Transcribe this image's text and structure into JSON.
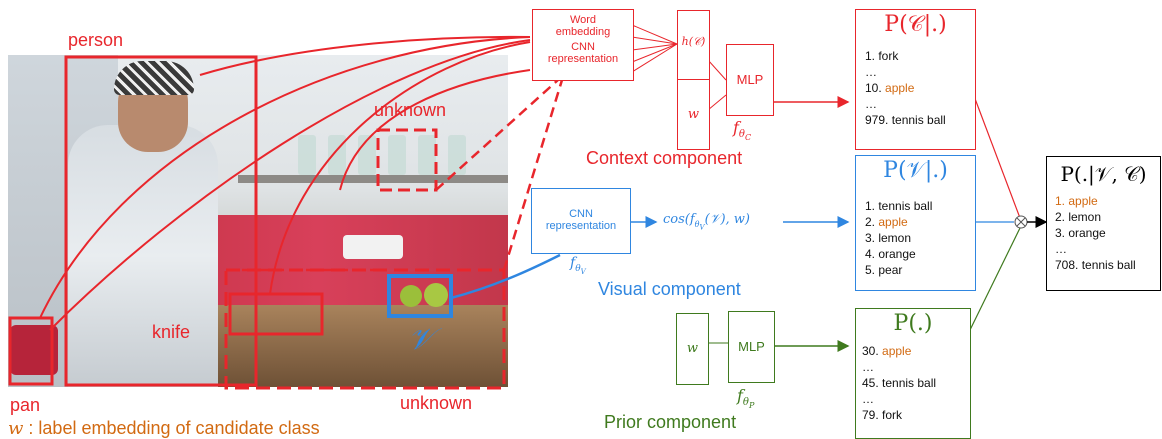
{
  "image_labels": {
    "person": "person",
    "unknown_top": "unknown",
    "knife": "knife",
    "pan": "pan",
    "unknown_bottom": "unknown",
    "visual_symbol": "𝒱"
  },
  "caption": {
    "symbol": "w",
    "text": " : label embedding of candidate class"
  },
  "context": {
    "word_embedding": "Word embedding",
    "cnn_representation": "CNN representation",
    "h_label": "h(𝒞)",
    "w_label": "w",
    "mlp": "MLP",
    "f_label": "fθC",
    "title": "Context component",
    "output_title": "P(𝒞|.)",
    "items": [
      {
        "text": "1. fork",
        "highlight": false
      },
      {
        "text": "…",
        "highlight": false
      },
      {
        "text": "10. apple",
        "highlight": true
      },
      {
        "text": "…",
        "highlight": false
      },
      {
        "text": "979. tennis ball",
        "highlight": false
      }
    ]
  },
  "visual": {
    "cnn_representation": "CNN representation",
    "cos_label": "cos(fθV(𝒱), w)",
    "f_label": "fθV",
    "title": "Visual component",
    "output_title": "P(𝒱|.)",
    "items": [
      {
        "text": "1. tennis ball",
        "highlight": false
      },
      {
        "text": "2. apple",
        "highlight": true
      },
      {
        "text": "3. lemon",
        "highlight": false
      },
      {
        "text": "4. orange",
        "highlight": false
      },
      {
        "text": "5. pear",
        "highlight": false
      }
    ]
  },
  "prior": {
    "w_label": "w",
    "mlp": "MLP",
    "f_label": "fθP",
    "title": "Prior component",
    "output_title": "P(.)",
    "items": [
      {
        "text": "30. apple",
        "highlight": true
      },
      {
        "text": "…",
        "highlight": false
      },
      {
        "text": "45. tennis ball",
        "highlight": false
      },
      {
        "text": "…",
        "highlight": false
      },
      {
        "text": "79. fork",
        "highlight": false
      }
    ]
  },
  "final": {
    "output_title": "P(.|𝒱, 𝒞)",
    "product_symbol": "⊗",
    "items": [
      {
        "text": "1. apple",
        "highlight": true
      },
      {
        "text": "2. lemon",
        "highlight": false
      },
      {
        "text": "3. orange",
        "highlight": false
      },
      {
        "text": "…",
        "highlight": false
      },
      {
        "text": "708. tennis ball",
        "highlight": false
      }
    ]
  },
  "colors": {
    "context": "#e8262c",
    "visual": "#2f86e0",
    "prior": "#3f7a1e",
    "highlight": "#d26a12"
  }
}
